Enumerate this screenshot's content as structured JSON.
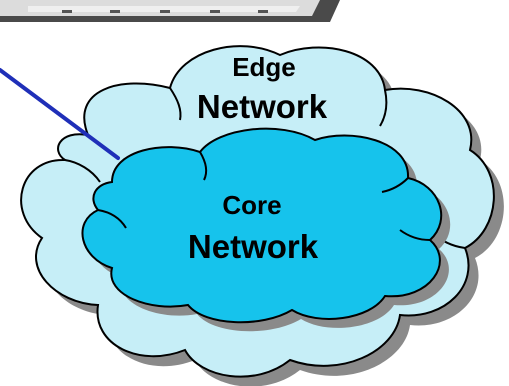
{
  "edge": {
    "line1": "Edge",
    "line2": "Network"
  },
  "core": {
    "line1": "Core",
    "line2": "Network"
  },
  "colors": {
    "edge_fill": "#c6eef7",
    "core_fill": "#16c3ec",
    "outline": "#000000",
    "shadow": "#8a8a8a",
    "link": "#1f2fb8",
    "device_body": "#4a4a4a",
    "device_panel": "#dcdcdc"
  },
  "icons": {
    "device": "server-rack-icon"
  }
}
